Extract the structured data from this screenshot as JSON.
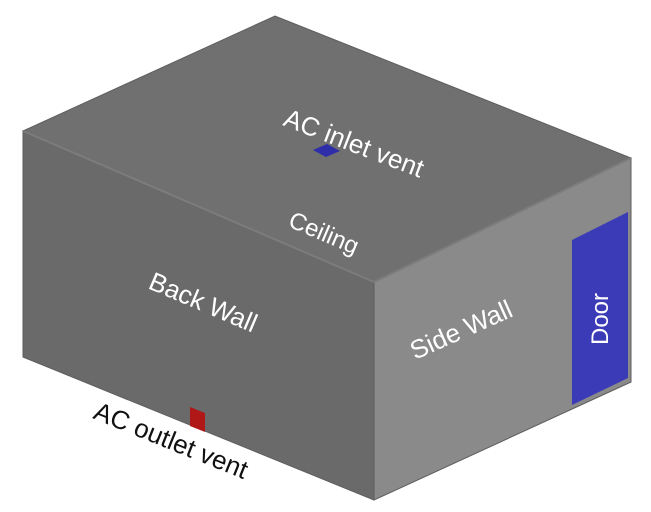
{
  "labels": {
    "ac_inlet_vent": "AC inlet vent",
    "ceiling": "Ceiling",
    "back_wall": "Back Wall",
    "side_wall": "Side Wall",
    "door": "Door",
    "ac_outlet_vent": "AC outlet vent"
  },
  "colors": {
    "ceiling": "#707070",
    "back_wall": "#6a6a6a",
    "side_wall": "#8a8a8a",
    "door": "#3b3bb8",
    "inlet_vent": "#2e2ea8",
    "outlet_vent": "#b01818",
    "label_on_box": "#ffffff",
    "label_outside": "#111111",
    "edge": "#5e5e5e"
  }
}
